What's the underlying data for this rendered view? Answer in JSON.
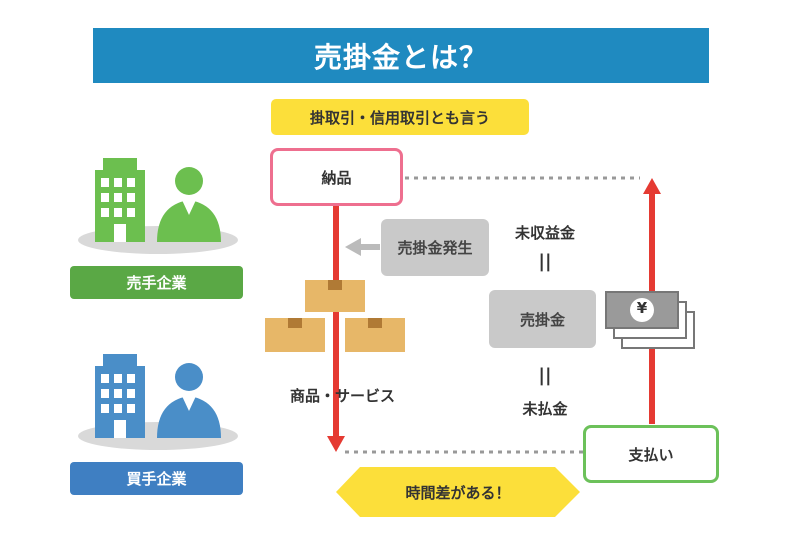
{
  "title": "売掛金とは？",
  "subtitle": "掛取引・信用取引とも言う",
  "nodes": {
    "delivery": "納品",
    "receivable_occurs": "売掛金発生",
    "unearned": "未収益金",
    "receivable": "売掛金",
    "unpaid": "未払金",
    "payment": "支払い",
    "goods": "商品・サービス",
    "equals": "||"
  },
  "seller": {
    "label": "売手企業",
    "color": "#5aa845"
  },
  "buyer": {
    "label": "買手企業",
    "color": "#3f7fc2"
  },
  "time_gap": "時間差がある！",
  "currency_symbol": "¥",
  "colors": {
    "title_bg": "#1f8ac0",
    "arrow_red": "#e53a32",
    "highlight_yellow": "#fcdf3a",
    "pink_border": "#ee6f8f",
    "green_border": "#6cc15a"
  }
}
